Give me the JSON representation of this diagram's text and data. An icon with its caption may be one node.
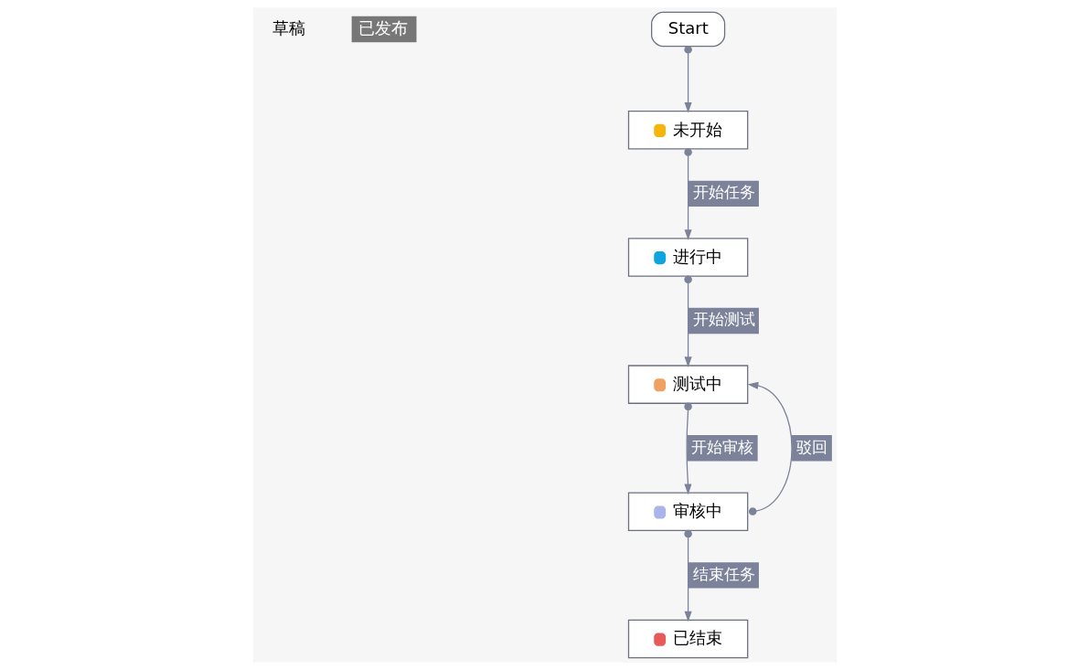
{
  "diagram": {
    "nodes": [
      {
        "text": [
          "Start"
        ]
      },
      {
        "text": [
          "未开始"
        ]
      },
      {
        "text": [
          "进行中"
        ]
      },
      {
        "text": [
          "测试中"
        ]
      },
      {
        "text": [
          "审核中"
        ]
      },
      {
        "text": [
          "已结束"
        ]
      }
    ],
    "edges": [
      {
        "from": 0,
        "to": 1,
        "arrow": "to"
      },
      {
        "from": 1,
        "to": 2,
        "arrow": "to",
        "label": "开始任务"
      },
      {
        "from": 2,
        "to": 3,
        "arrow": "to",
        "label": "开始测试"
      },
      {
        "from": 3,
        "to": 4,
        "arrow": "to",
        "label": "开始审核"
      },
      {
        "from": 4,
        "to": 3,
        "arrow": "to",
        "label": "驳回"
      },
      {
        "from": 4,
        "to": 5,
        "arrow": "to",
        "label": "结束任务"
      }
    ],
    "labels": [
      "草稿",
      "已发布"
    ]
  }
}
